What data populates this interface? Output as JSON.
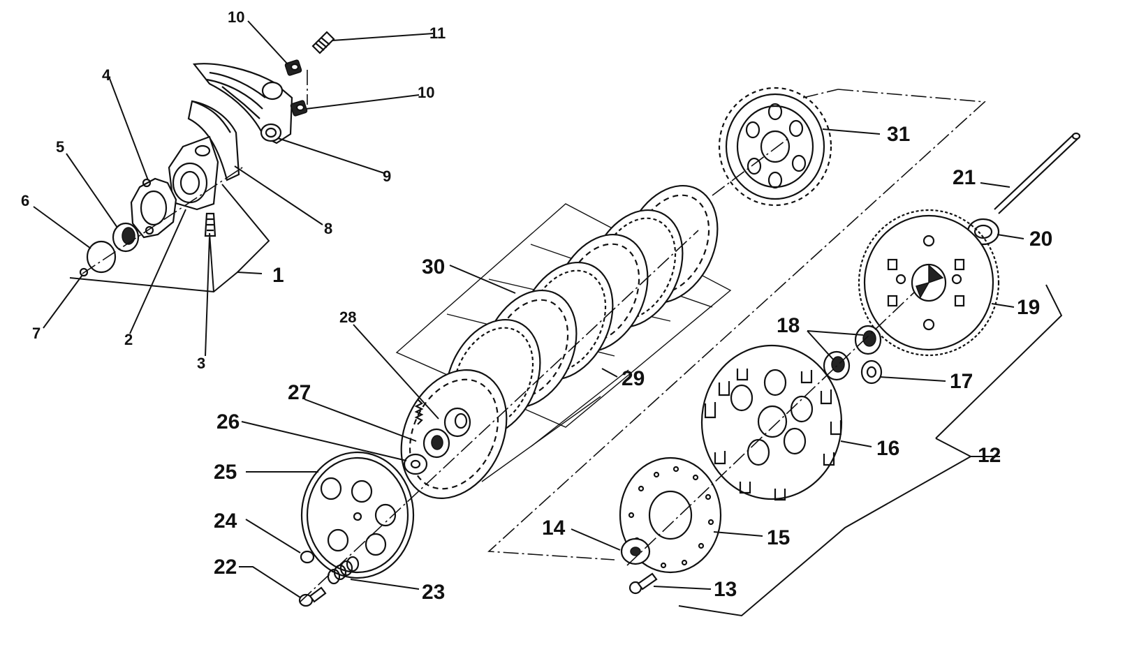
{
  "labels": {
    "l1": "1",
    "l2": "2",
    "l3": "3",
    "l4": "4",
    "l5": "5",
    "l6": "6",
    "l7": "7",
    "l8": "8",
    "l9": "9",
    "l10a": "10",
    "l10b": "10",
    "l11": "11",
    "l12": "12",
    "l13": "13",
    "l14": "14",
    "l15": "15",
    "l16": "16",
    "l17": "17",
    "l18": "18",
    "l19": "19",
    "l20": "20",
    "l21": "21",
    "l22": "22",
    "l23": "23",
    "l24": "24",
    "l25": "25",
    "l26": "26",
    "l27": "27",
    "l28": "28",
    "l29": "29",
    "l30": "30",
    "l31": "31"
  }
}
